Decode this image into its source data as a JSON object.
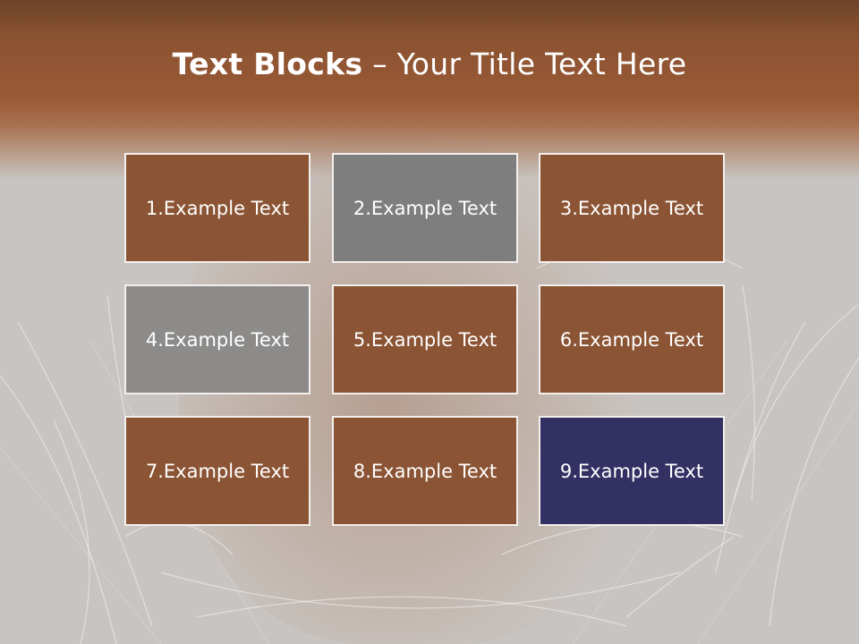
{
  "title": {
    "bold": "Text Blocks",
    "separator": " – ",
    "rest": "Your Title Text Here"
  },
  "colors": {
    "brown": "#8b5434",
    "grey": "#7e7e7e",
    "light_grey": "#8c8b8a",
    "navy": "#333063",
    "border": "#f2efec"
  },
  "blocks": [
    {
      "label": "1.Example Text",
      "color": "#8b5434"
    },
    {
      "label": "2.Example Text",
      "color": "#7e7e7e"
    },
    {
      "label": "3.Example Text",
      "color": "#8b5434"
    },
    {
      "label": "4.Example Text",
      "color": "#8c8b8a"
    },
    {
      "label": "5.Example Text",
      "color": "#8b5434"
    },
    {
      "label": "6.Example Text",
      "color": "#8b5434"
    },
    {
      "label": "7.Example Text",
      "color": "#8b5434"
    },
    {
      "label": "8.Example Text",
      "color": "#8b5434"
    },
    {
      "label": "9.Example Text",
      "color": "#333063"
    }
  ]
}
